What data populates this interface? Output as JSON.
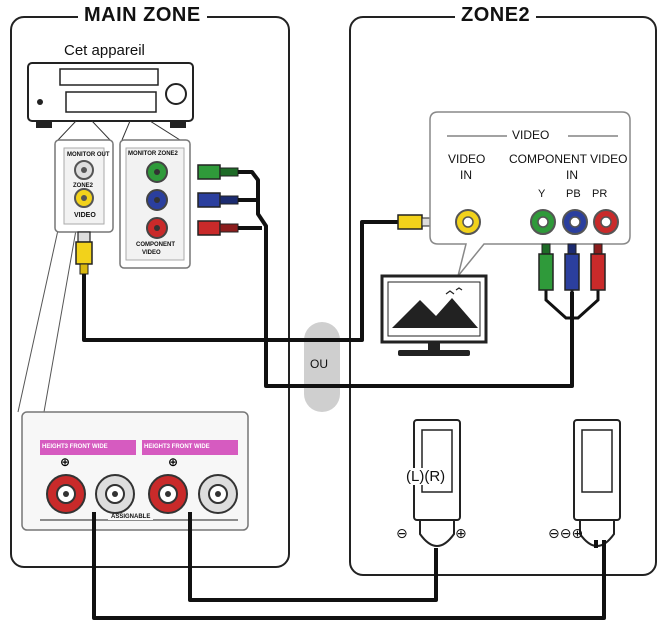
{
  "zones": {
    "main_label": "MAIN ZONE",
    "zone2_label": "ZONE2"
  },
  "receiver": {
    "label": "Cet appareil"
  },
  "receiver_panel": {
    "monitor_out": "MONITOR OUT",
    "zone2": "ZONE2",
    "video": "VIDEO",
    "monitor_zone2": "MONITOR ZONE2",
    "component": "COMPONENT",
    "video_sub": "VIDEO"
  },
  "tv_panel": {
    "video_header": "VIDEO",
    "video_in_line1": "VIDEO",
    "video_in_line2": "IN",
    "component_line1": "COMPONENT VIDEO",
    "component_line2": "IN",
    "y": "Y",
    "pb": "PB",
    "pr": "PR"
  },
  "or_label": "OU",
  "speaker_terminals": {
    "left_header": "HEIGHT3 FRONT WIDE",
    "right_header": "HEIGHT3 FRONT WIDE",
    "assignable": "ASSIGNABLE"
  },
  "speakers": {
    "channels": "(L)(R)"
  },
  "colors": {
    "green": "#2f9a3a",
    "blue": "#2b3f9e",
    "red": "#c92a2a",
    "yellow": "#f2d21b",
    "magenta": "#d65bc0",
    "cable": "#111111"
  }
}
